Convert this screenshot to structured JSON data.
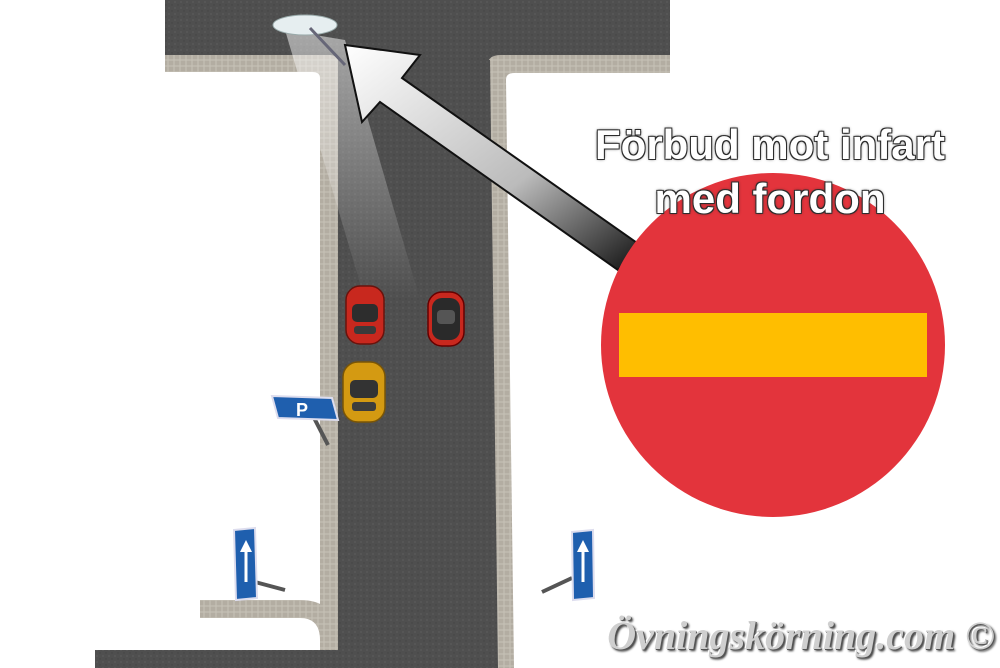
{
  "caption": {
    "line1": "Förbud mot infart",
    "line2": "med fordon"
  },
  "watermark": "Övningskörning.com ©",
  "signs": {
    "parking_letter": "P",
    "no_entry_colors": {
      "disc": "#e3343c",
      "bar": "#ffbe00"
    },
    "blue": "#1f5fae"
  },
  "cars": [
    {
      "name": "red-car",
      "color": "#c8281e"
    },
    {
      "name": "dark-car",
      "color": "#2a2a2a"
    },
    {
      "name": "yellow-car",
      "color": "#d49a12"
    }
  ],
  "colors": {
    "asphalt": "#505050",
    "curb": "#bdb8ae",
    "ground": "#ffffff"
  }
}
